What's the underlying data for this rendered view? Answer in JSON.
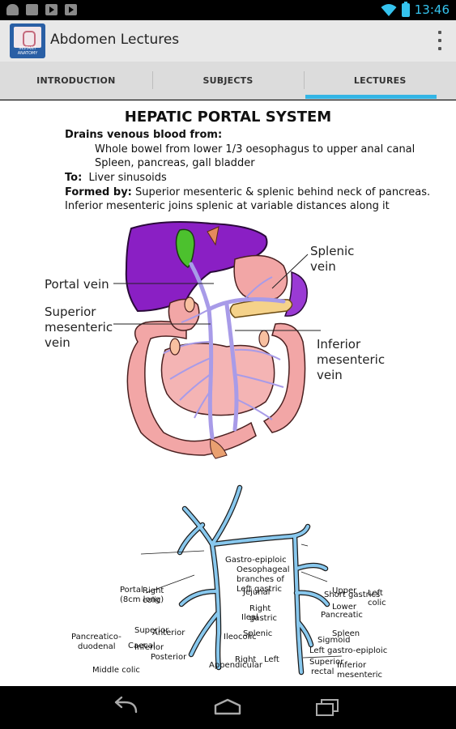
{
  "status": {
    "time": "13:46"
  },
  "app": {
    "title": "Abdomen Lectures",
    "icon_caption": "INSTANT ANATOMY"
  },
  "tabs": [
    {
      "label": "INTRODUCTION",
      "active": false
    },
    {
      "label": "SUBJECTS",
      "active": false
    },
    {
      "label": "LECTURES",
      "active": true
    }
  ],
  "lecture": {
    "title": "HEPATIC PORTAL SYSTEM",
    "drains_heading": "Drains venous blood from:",
    "drains_item_1": "Whole bowel from lower 1/3 oesophagus to upper anal canal",
    "drains_item_2": "Spleen, pancreas, gall bladder",
    "to_label": "To:",
    "to_value": "Liver sinusoids",
    "formed_label": "Formed by:",
    "formed_value": "Superior mesenteric & splenic behind neck of pancreas.",
    "formed_line_2": "Inferior mesenteric joins splenic at variable distances along it"
  },
  "illustration_labels": {
    "splenic_vein": "Splenic\nvein",
    "portal_vein": "Portal vein",
    "superior_mesenteric_vein": "Superior\nmesenteric\nvein",
    "inferior_mesenteric_vein": "Inferior\nmesenteric\nvein"
  },
  "diagram_labels": {
    "oesophageal_1": "Oesophageal",
    "oesophageal_2": "branches of",
    "oesophageal_3": "Left gastric",
    "portal_1": "Portal",
    "portal_2": "(8cm long)",
    "right_gastric_1": "Right",
    "right_gastric_2": "gastric",
    "short_gastrics": "Short gastrics",
    "pancreatic": "Pancreatic",
    "superior": "Superior",
    "pancreaticoduodenal_1": "Pancreatico-",
    "pancreaticoduodenal_2": "duodenal",
    "inferior": "Inferior",
    "splenic": "Splenic",
    "spleen": "Spleen",
    "left_gastro_epiploic": "Left gastro-epiploic",
    "right": "Right",
    "left": "Left",
    "inferior_mesenteric_1": "Inferior",
    "inferior_mesenteric_2": "mesenteric",
    "middle_colic": "Middle colic",
    "gastro_epiploic": "Gastro-epiploic",
    "right_colic_1": "Right",
    "right_colic_2": "colic",
    "jejunal": "Jejunal",
    "upper": "Upper",
    "left_colic_1": "Left",
    "left_colic_2": "colic",
    "lower": "Lower",
    "ileal": "Ileal",
    "anterior": "Anterior",
    "caecal": "Caecal",
    "posterior": "Posterior",
    "ileocolic": "Ileocolic",
    "sigmoid": "Sigmoid",
    "appendicular": "Appendicular",
    "superior_rectal_1": "Superior",
    "superior_rectal_2": "rectal"
  },
  "colors": {
    "tab_indicator": "#33b5e5",
    "liver": "#8a1fc4",
    "gall_bladder": "#4cc12e",
    "intestine": "#f2a6a6",
    "veins": "#a89be8",
    "diagram_vein": "#88c8ee"
  }
}
